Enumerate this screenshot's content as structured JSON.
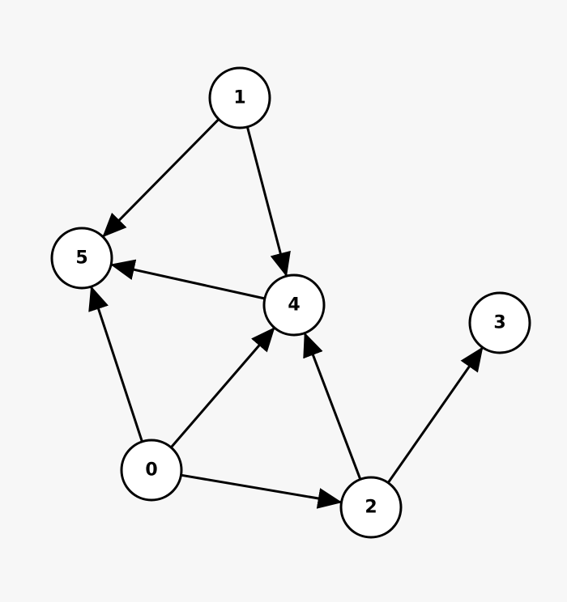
{
  "graph": {
    "directed": true,
    "colors": {
      "background": "#f7f7f7",
      "node_fill": "#ffffff",
      "stroke": "#000000"
    },
    "nodes": [
      {
        "id": "0",
        "label": "0"
      },
      {
        "id": "1",
        "label": "1"
      },
      {
        "id": "2",
        "label": "2"
      },
      {
        "id": "3",
        "label": "3"
      },
      {
        "id": "4",
        "label": "4"
      },
      {
        "id": "5",
        "label": "5"
      }
    ],
    "edges": [
      {
        "from": "1",
        "to": "5"
      },
      {
        "from": "1",
        "to": "4"
      },
      {
        "from": "4",
        "to": "5"
      },
      {
        "from": "0",
        "to": "5"
      },
      {
        "from": "0",
        "to": "4"
      },
      {
        "from": "0",
        "to": "2"
      },
      {
        "from": "2",
        "to": "4"
      },
      {
        "from": "2",
        "to": "3"
      }
    ]
  }
}
